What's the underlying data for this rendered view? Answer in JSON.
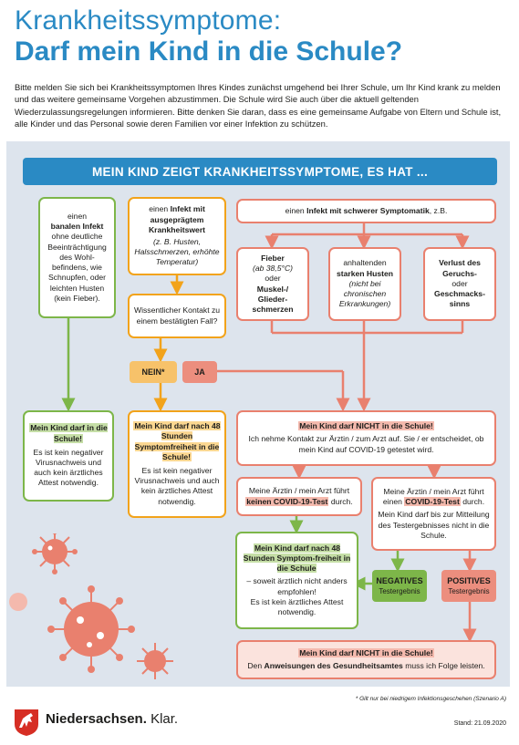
{
  "title": {
    "line1": "Krankheitssymptome:",
    "line2": "Darf mein Kind in die Schule?"
  },
  "intro": "Bitte melden Sie sich bei Krankheitssymptomen Ihres Kindes zunächst umgehend bei Ihrer Schule, um Ihr Kind krank zu melden und das weitere gemeinsame Vorgehen abzustimmen. Die Schule wird Sie auch über die aktuell geltenden Wiederzulassungsregelungen informieren. Bitte denken Sie daran, dass es eine gemeinsame Aufgabe von Eltern und Schule ist, alle Kinder und das Personal sowie deren Familien vor einer Infektion zu schützen.",
  "banner": "MEIN KIND ZEIGT KRANKHEITSSYMPTOME, ES HAT ...",
  "box_banal": {
    "pre": "einen",
    "bold": "banalen Infekt",
    "rest": "ohne deutliche Beeinträchtigung des Wohl-befindens, wie Schnupfen, oder leichten Husten (kein Fieber)."
  },
  "box_ausgepraegt": {
    "pre": "einen",
    "bold": "Infekt mit ausgeprägtem Krankheitswert",
    "italic": "(z. B. Husten, Halsschmerzen, erhöhte Temperatur)"
  },
  "box_schwer": {
    "pre": "einen",
    "bold": "Infekt mit schwerer Symptomatik",
    "post": ", z.B."
  },
  "box_fieber": {
    "bold1": "Fieber",
    "italic": "(ab 38,5°C)",
    "mid": "oder",
    "bold2": "Muskel-/ Glieder-schmerzen"
  },
  "box_husten": {
    "pre": "anhaltenden",
    "bold": "starken Husten",
    "italic": "(nicht bei chronischen Erkrankungen)"
  },
  "box_geruch": {
    "bold1": "Verlust des Geruchs-",
    "mid": "oder",
    "bold2": "Geschmacks-sinns"
  },
  "box_kontakt": "Wissentlicher Kontakt zu einem bestätigten Fall?",
  "pill_nein": "NEIN*",
  "pill_ja": "JA",
  "result_green": {
    "title": "Mein Kind darf in die Schule!",
    "text": "Es ist kein negativer Virusnachweis und auch kein ärztliches Attest notwendig."
  },
  "result_orange": {
    "title": "Mein Kind darf nach 48 Stunden Symptomfreiheit in die Schule!",
    "text": "Es ist kein negativer Virusnachweis und auch kein ärztliches Attest notwendig."
  },
  "result_red": {
    "title": "Mein Kind darf NICHT in die Schule!",
    "text": "Ich nehme Kontakt zur Ärztin / zum Arzt auf. Sie / er entscheidet, ob mein Kind auf COVID-19 getestet wird."
  },
  "box_no_test": {
    "pre": "Meine Ärztin / mein Arzt führt",
    "hl": "keinen COVID-19-Test",
    "post": "durch."
  },
  "box_test": {
    "pre": "Meine Ärztin / mein Arzt führt einen",
    "hl": "COVID-19-Test",
    "post": "durch.",
    "text2": "Mein Kind darf bis zur Mitteilung des Testergebnisses nicht in die Schule."
  },
  "result_green2": {
    "title": "Mein Kind darf nach 48 Stunden Symptom-freiheit in die Schule",
    "text1": "– soweit ärztlich nicht anders empfohlen!",
    "text2": "Es ist kein ärztliches Attest notwendig."
  },
  "tag_negativ": {
    "label": "NEGATIVES",
    "sub": "Testergebnis"
  },
  "tag_positiv": {
    "label": "POSITIVES",
    "sub": "Testergebnis"
  },
  "result_final": {
    "title": "Mein Kind darf NICHT in die Schule!",
    "pre": "Den",
    "bold": "Anweisungen des Gesundheitsamtes",
    "post": "muss ich Folge leisten."
  },
  "footnote": "* Gilt nur bei niedrigem Infektionsgeschehen (Szenario A)",
  "logo": {
    "name": "Niedersachsen.",
    "claim": "Klar."
  },
  "stand": "Stand: 21.09.2020",
  "colors": {
    "blue": "#2a8ac4",
    "green": "#7db649",
    "orange": "#f2a31b",
    "red": "#e9806e",
    "panel": "#dde4ed"
  }
}
